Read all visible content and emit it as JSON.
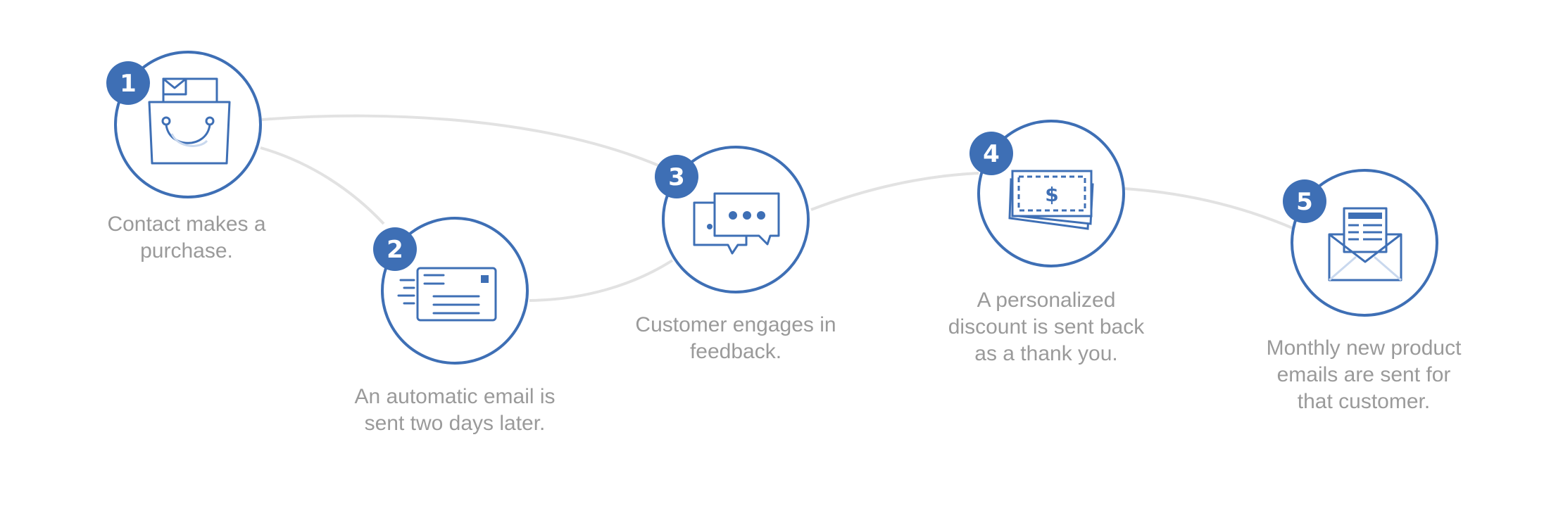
{
  "colors": {
    "accent": "#3e6fb5",
    "connector": "#e2e2e2",
    "caption": "#9a9a9a",
    "badge_text": "#ffffff"
  },
  "steps": [
    {
      "number": "1",
      "icon": "shopping-bag-icon",
      "caption_lines": [
        "Contact makes a",
        "purchase."
      ]
    },
    {
      "number": "2",
      "icon": "email-envelope-icon",
      "caption_lines": [
        "An automatic email is",
        "sent two days later."
      ]
    },
    {
      "number": "3",
      "icon": "chat-bubbles-icon",
      "caption_lines": [
        "Customer engages in",
        "feedback."
      ]
    },
    {
      "number": "4",
      "icon": "discount-voucher-icon",
      "caption_lines": [
        "A personalized",
        "discount is sent back",
        "as a thank you."
      ]
    },
    {
      "number": "5",
      "icon": "open-envelope-newsletter-icon",
      "caption_lines": [
        "Monthly new product",
        "emails are sent for",
        "that customer."
      ]
    }
  ],
  "voucher_symbol": "$"
}
